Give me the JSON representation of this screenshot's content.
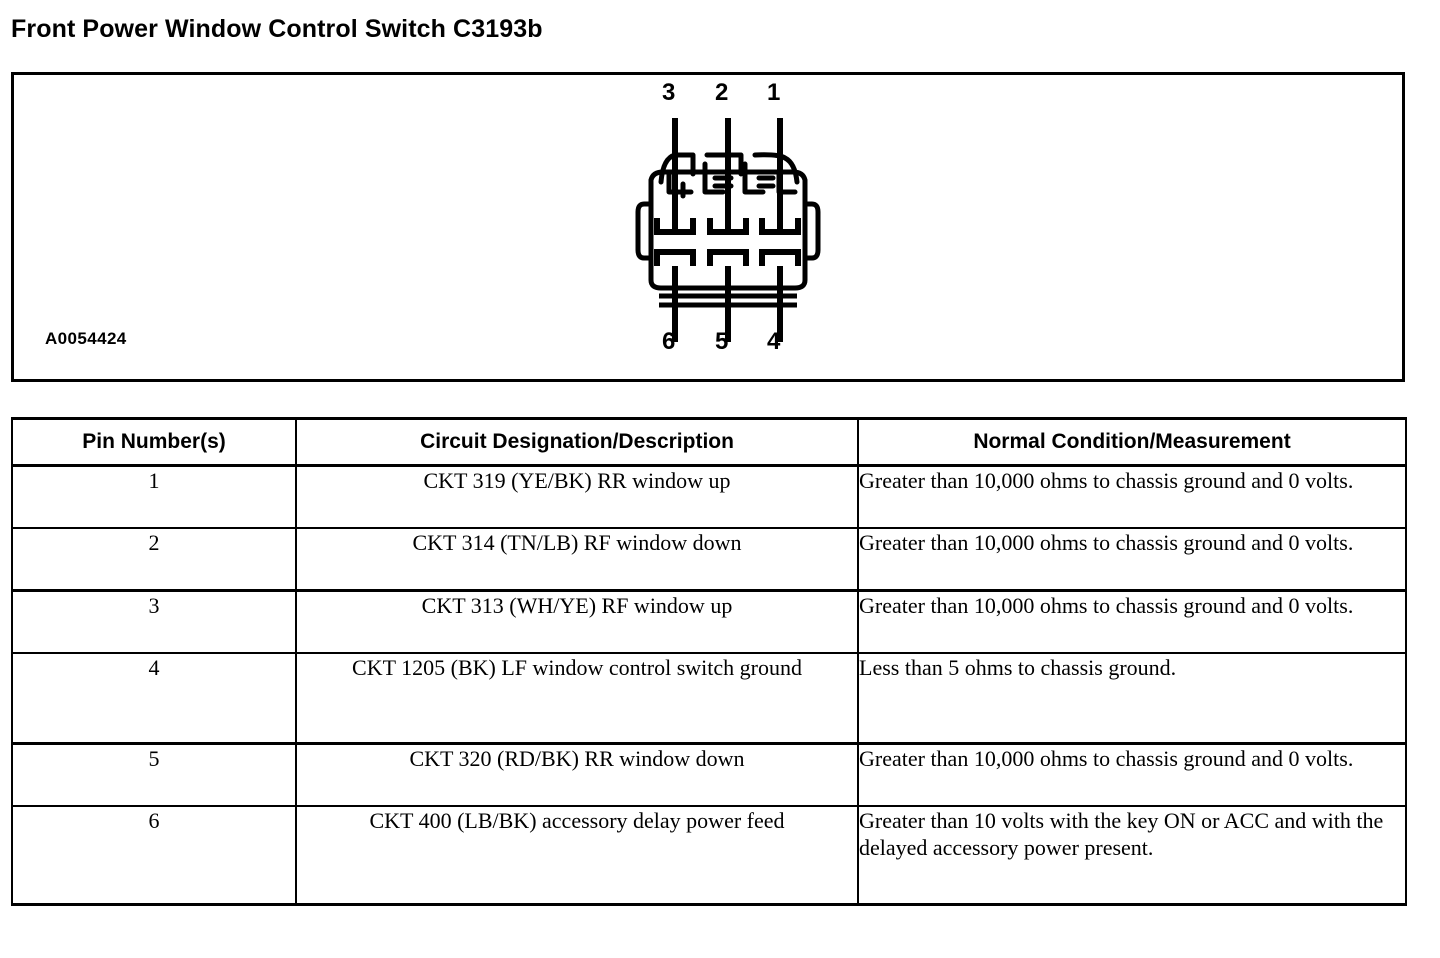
{
  "page": {
    "title": "Front Power Window Control Switch C3193b"
  },
  "connector_diagram": {
    "reference_code": "A0054424",
    "top_pin_labels": [
      "3",
      "2",
      "1"
    ],
    "bottom_pin_labels": [
      "6",
      "5",
      "4"
    ],
    "cavity_count": 6
  },
  "pin_table": {
    "headers": {
      "pin": "Pin Number(s)",
      "description": "Circuit Designation/Description",
      "measurement": "Normal Condition/Measurement"
    },
    "rows": [
      {
        "pin": "1",
        "description": "CKT 319 (YE/BK) RR window up",
        "measurement": "Greater than 10,000 ohms to chassis ground and 0 volts."
      },
      {
        "pin": "2",
        "description": "CKT 314 (TN/LB) RF window down",
        "measurement": "Greater than 10,000 ohms to chassis ground and 0 volts."
      },
      {
        "pin": "3",
        "description": "CKT 313 (WH/YE) RF window up",
        "measurement": "Greater than 10,000 ohms to chassis ground and 0 volts."
      },
      {
        "pin": "4",
        "description": "CKT 1205 (BK) LF window control switch ground",
        "measurement": "Less than 5 ohms to chassis ground."
      },
      {
        "pin": "5",
        "description": "CKT 320 (RD/BK) RR window down",
        "measurement": "Greater than 10,000 ohms to chassis ground and 0 volts."
      },
      {
        "pin": "6",
        "description": "CKT 400 (LB/BK) accessory delay power feed",
        "measurement": "Greater than 10 volts with the key ON or ACC and with the delayed accessory power present."
      }
    ]
  }
}
